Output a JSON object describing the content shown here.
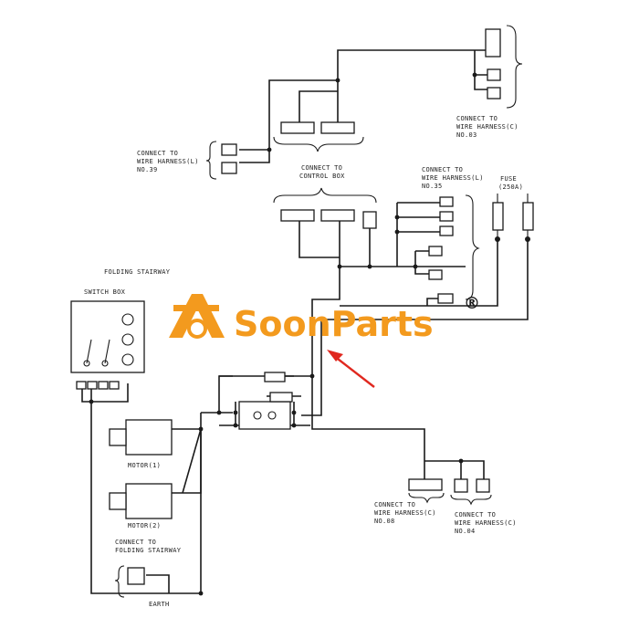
{
  "colors": {
    "line": "#1a1a1a",
    "brand": "#f39a1e",
    "arrow": "#e0281f"
  },
  "labels": {
    "wh_c_03": [
      "CONNECT TO",
      "WIRE HARNESS(C)",
      "NO.03"
    ],
    "wh_l_39": [
      "CONNECT TO",
      "WIRE HARNESS(L)",
      "NO.39"
    ],
    "control_box": [
      "CONNECT TO",
      "CONTROL BOX"
    ],
    "wh_l_35": [
      "CONNECT TO",
      "WIRE HARNESS(L)",
      "NO.35"
    ],
    "fuse": [
      "FUSE",
      "(250A)"
    ],
    "folding_stairway": "FOLDING STAIRWAY",
    "switch_box": "SWITCH BOX",
    "motor1": "MOTOR(1)",
    "motor2": "MOTOR(2)",
    "connect_folding": [
      "CONNECT TO",
      "FOLDING STAIRWAY"
    ],
    "earth": "EARTH",
    "wh_c_08": [
      "CONNECT TO",
      "WIRE HARNESS(C)",
      "NO.08"
    ],
    "wh_c_04": [
      "CONNECT TO",
      "WIRE HARNESS(C)",
      "NO.04"
    ]
  },
  "watermark": {
    "text": "SoonParts",
    "registered": "®",
    "icon": "excavator-gear-logo-icon"
  }
}
